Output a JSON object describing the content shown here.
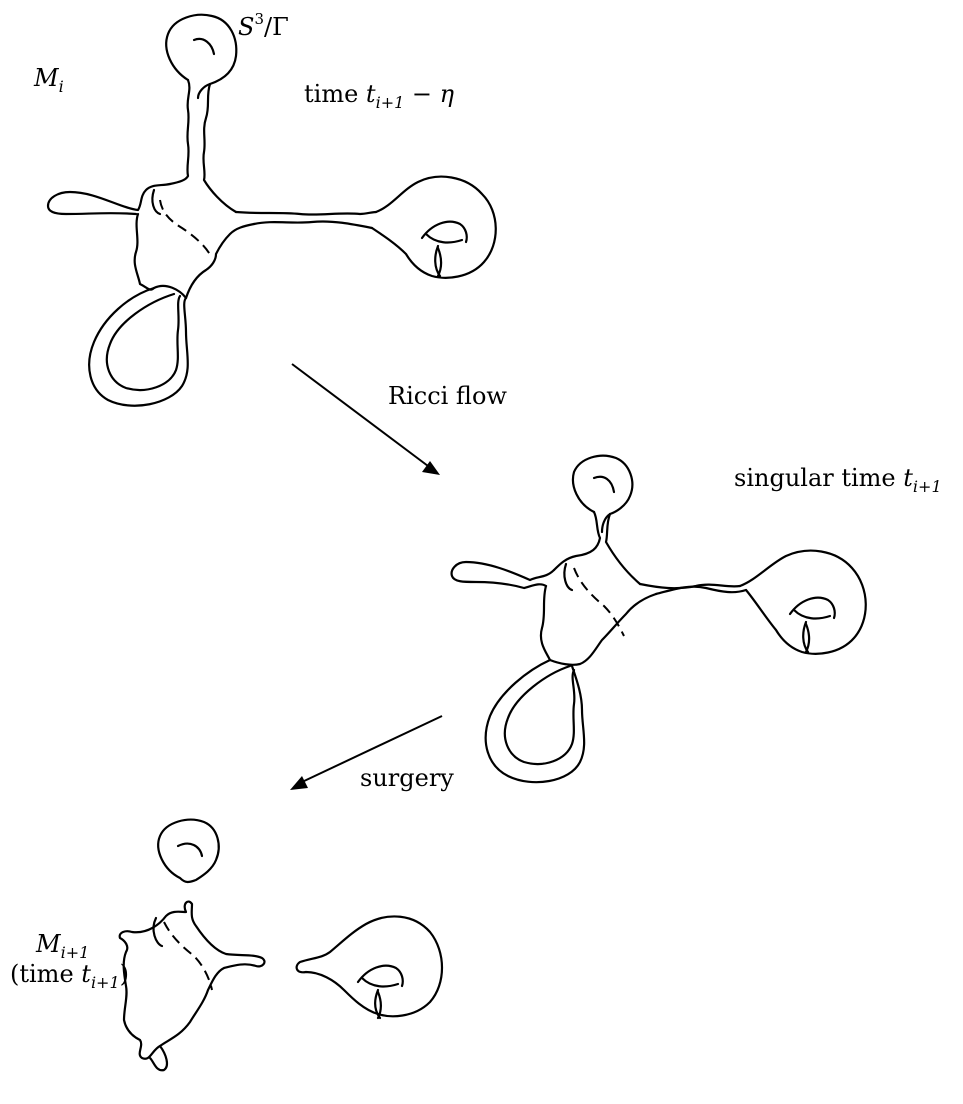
{
  "labels": {
    "m_i": {
      "base": "M",
      "sub": "i"
    },
    "quotient": {
      "base": "S",
      "sup": "3",
      "rest": "/Γ"
    },
    "time_top": {
      "prefix": "time ",
      "t": "t",
      "sub": "i+1",
      "suffix": " − η"
    },
    "ricci_flow": "Ricci flow",
    "singular_time": {
      "prefix": "singular time ",
      "t": "t",
      "sub": "i+1"
    },
    "surgery": "surgery",
    "m_i1": {
      "base": "M",
      "sub": "i+1"
    },
    "time_bottom": {
      "open": "(time ",
      "t": "t",
      "sub": "i+1",
      "close": ")"
    }
  },
  "icons": {
    "arrow_ricci": "arrow-down-right",
    "arrow_surgery": "arrow-down-left"
  }
}
